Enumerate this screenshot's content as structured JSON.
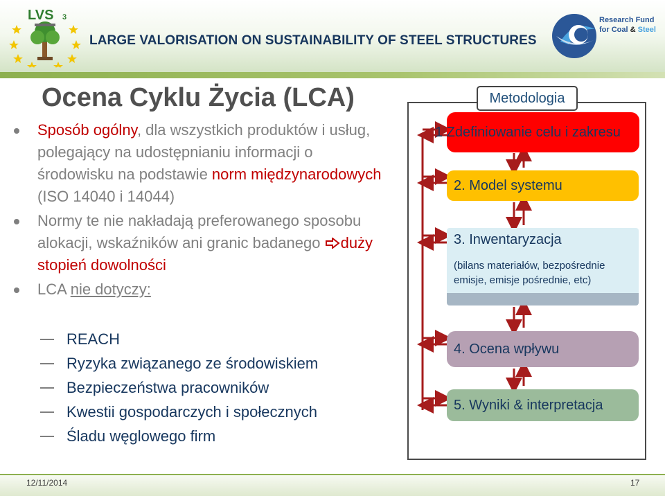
{
  "header": {
    "title": "LARGE VALORISATION ON SUSTAINABILITY OF STEEL STRUCTURES",
    "logo_left_text": "LVS",
    "logo_left_number": "3",
    "logo_right_line1": "Research Fund",
    "logo_right_line2_a": "for Coal ",
    "logo_right_line2_amp": "&",
    "logo_right_line2_b": " Steel"
  },
  "slide": {
    "title": "Ocena Cyklu Życia (LCA)",
    "bullets": [
      {
        "parts": [
          {
            "text": "Sposób ogólny",
            "style": "red"
          },
          {
            "text": ", dla wszystkich produktów i usług, polegający na udostępnianiu informacji o środowisku na podstawie ",
            "style": "normal"
          },
          {
            "text": "norm międzynarodowych",
            "style": "red"
          },
          {
            "text": " (ISO 14040 i 14044)",
            "style": "normal"
          }
        ]
      },
      {
        "parts": [
          {
            "text": "Normy te nie nakładają preferowanego sposobu alokacji, wskaźników ani granic badanego ",
            "style": "normal"
          },
          {
            "text": "duży stopień dowolności",
            "style": "red"
          }
        ]
      },
      {
        "parts": [
          {
            "text": "LCA ",
            "style": "normal"
          },
          {
            "text": "nie dotyczy:",
            "style": "underline"
          }
        ]
      }
    ],
    "sub_items": [
      "REACH",
      "Ryzyka związanego ze środowiskiem",
      "Bezpieczeństwa pracowników",
      "Kwestii gospodarczych i społecznych",
      "Śladu węglowego firm"
    ]
  },
  "diagram": {
    "header": "Metodologia",
    "stages": [
      {
        "label": "1 Zdefiniowanie celu i zakresu",
        "color": "#ff0000"
      },
      {
        "label": "2. Model systemu",
        "color": "#ffc000"
      },
      {
        "label": "3. Inwentaryzacja",
        "note_line1": "(bilans materiałów, bezpośrednie",
        "note_line2": "emisje, emisje pośrednie, etc)",
        "color": "#dbeef4"
      },
      {
        "label": "4. Ocena wpływu",
        "color": "#b6a0b3"
      },
      {
        "label": "5. Wyniki & interpretacja",
        "color": "#9bbb9b"
      }
    ],
    "arrow_color": "#a61c1c"
  },
  "footer": {
    "date": "12/11/2014",
    "page": "17"
  },
  "colors": {
    "accent_green": "#8db04f",
    "title_blue": "#17365d",
    "red_text": "#c00000"
  }
}
